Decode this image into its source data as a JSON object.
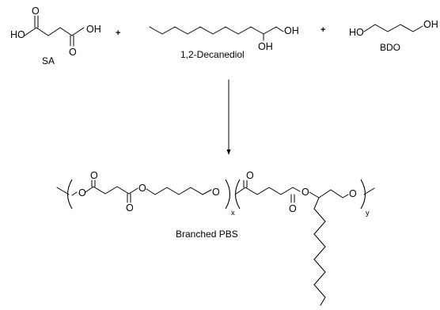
{
  "reaction": {
    "reactants": [
      {
        "label": "SA"
      },
      {
        "label": "1,2-Decanediol"
      },
      {
        "label": "BDO"
      }
    ],
    "plus_sign": "+",
    "product": {
      "label": "Branched PBS"
    }
  },
  "atoms": {
    "hydroxyl": "HO",
    "hydroxyl_right": "OH",
    "oxygen": "O",
    "hydrogen": "H"
  },
  "repeat_units": {
    "x": "x",
    "y": "y"
  }
}
